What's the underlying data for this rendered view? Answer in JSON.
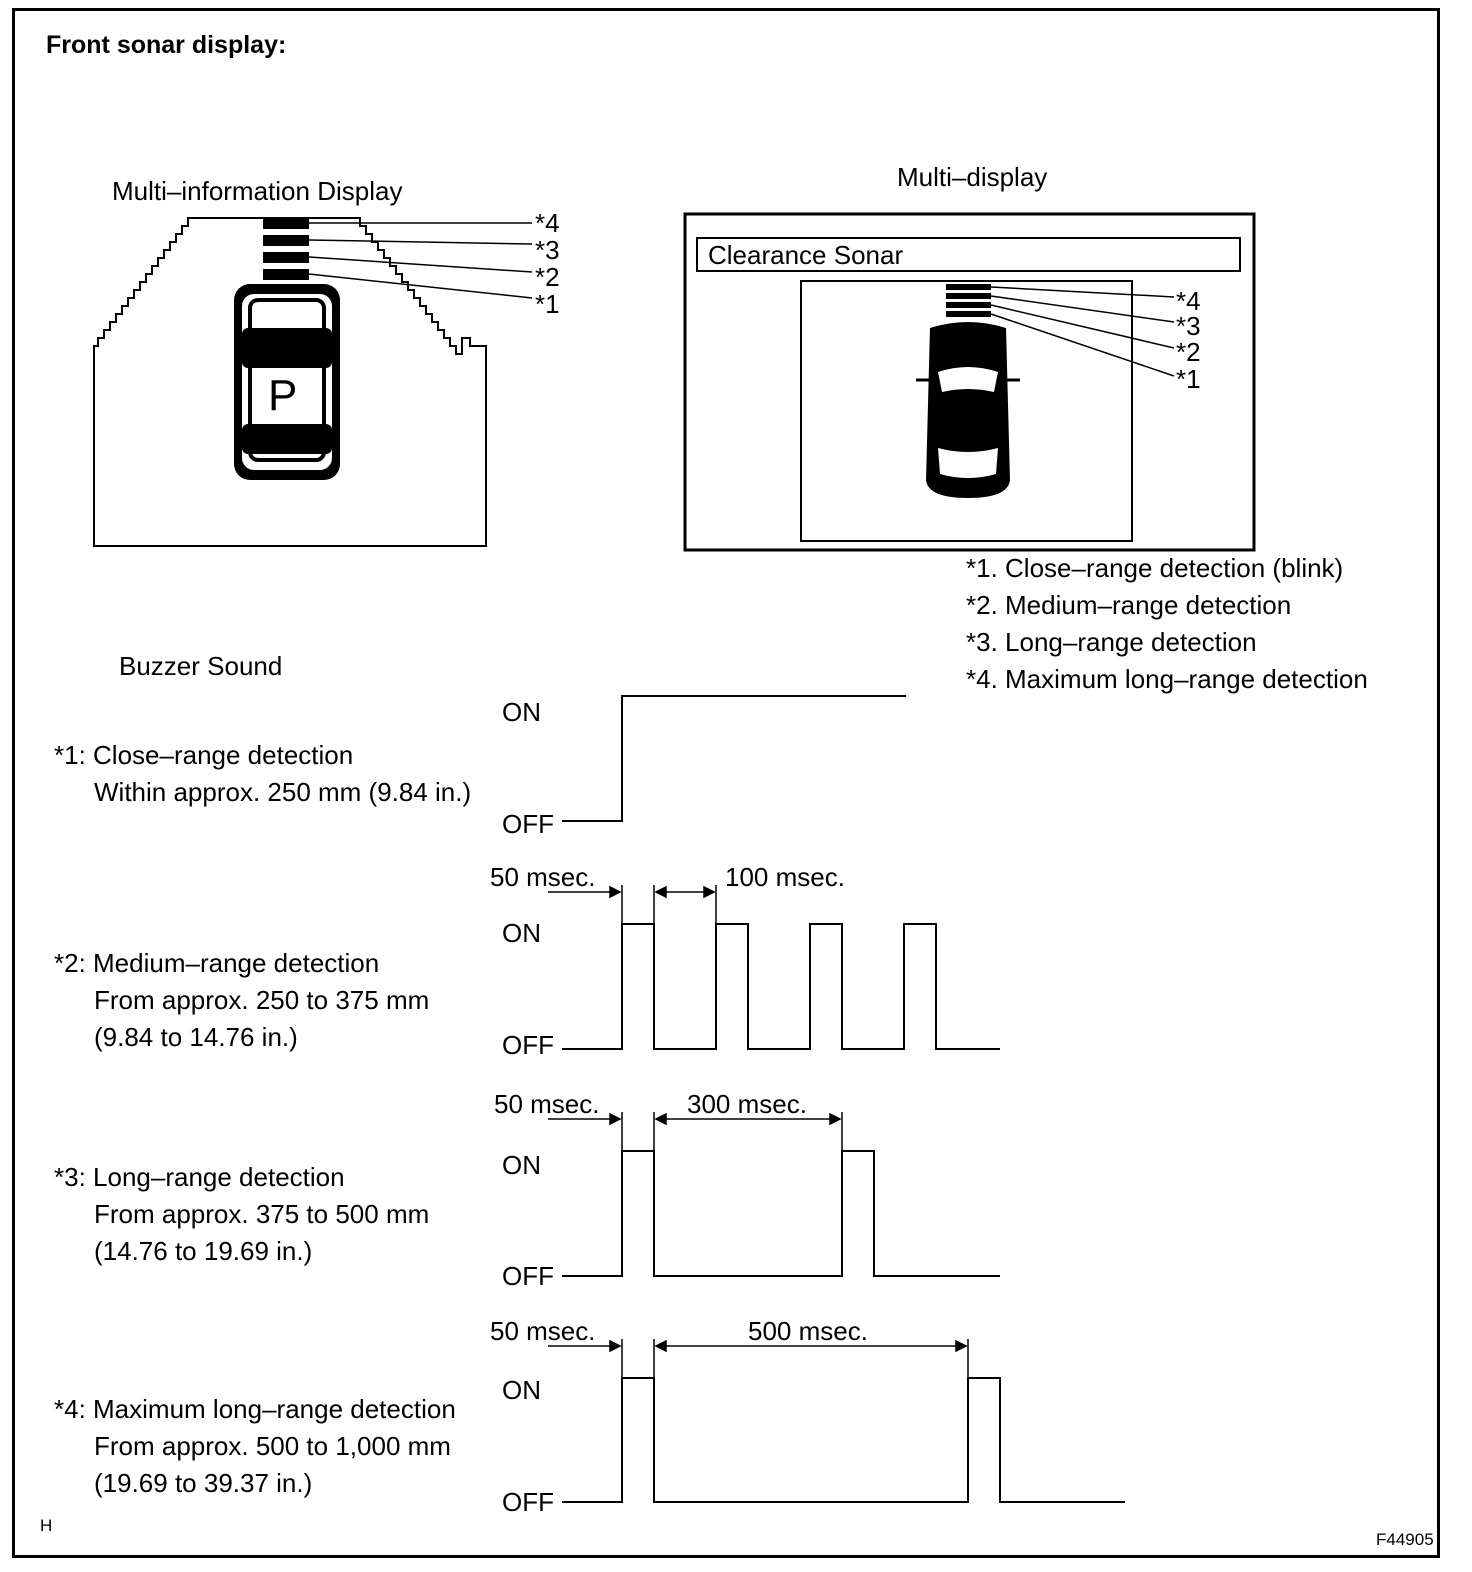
{
  "title": "Front sonar display:",
  "mid": {
    "label": "Multi–information Display",
    "segment_text": "P",
    "callouts": [
      "*4",
      "*3",
      "*2",
      "*1"
    ]
  },
  "multi": {
    "label": "Multi–display",
    "header": "Clearance Sonar",
    "callouts": [
      "*4",
      "*3",
      "*2",
      "*1"
    ]
  },
  "legend": [
    "*1. Close–range detection (blink)",
    "*2. Medium–range detection",
    "*3. Long–range detection",
    "*4. Maximum long–range detection"
  ],
  "buzzer": {
    "heading": "Buzzer Sound",
    "on_label": "ON",
    "off_label": "OFF",
    "rows": [
      {
        "lines": [
          "*1: Close–range detection",
          "Within approx. 250 mm (9.84 in.)"
        ],
        "on_ms": null,
        "off_ms": null,
        "on_label_text": "",
        "off_label_text": ""
      },
      {
        "lines": [
          "*2: Medium–range detection",
          "From approx. 250 to 375 mm",
          "(9.84 to 14.76 in.)"
        ],
        "on_ms": 50,
        "off_ms": 100,
        "on_label_text": "50 msec.",
        "off_label_text": "100 msec."
      },
      {
        "lines": [
          "*3: Long–range detection",
          "From approx. 375 to 500 mm",
          "(14.76 to 19.69 in.)"
        ],
        "on_ms": 50,
        "off_ms": 300,
        "on_label_text": "50 msec.",
        "off_label_text": "300 msec."
      },
      {
        "lines": [
          "*4: Maximum long–range detection",
          "From approx. 500 to 1,000 mm",
          "(19.69 to 39.37 in.)"
        ],
        "on_ms": 50,
        "off_ms": 500,
        "on_label_text": "50 msec.",
        "off_label_text": "500 msec."
      }
    ]
  },
  "footer": {
    "left": "H",
    "right": "F44905"
  }
}
